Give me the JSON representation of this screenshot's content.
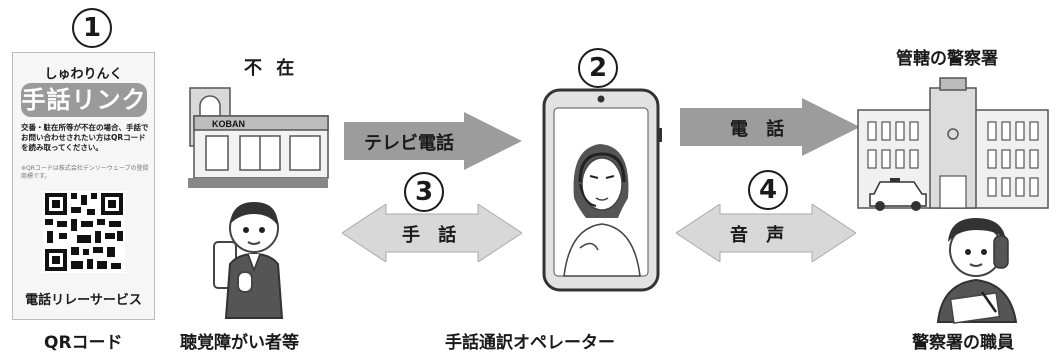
{
  "steps": {
    "s1": "1",
    "s2": "2",
    "s3": "3",
    "s4": "4"
  },
  "flyer": {
    "title_hiragana": "しゅわりんく",
    "title_logo": "手話リンク",
    "instruction": "交番・駐在所等が不在の場合、手話でお問い合わせされたい方はQRコードを読み取ってください。",
    "note": "※QRコードは株式会社デンソーウェーブの登録商標です。",
    "service_mark": "電話リレーサービス"
  },
  "labels": {
    "qr_code": "QRコード",
    "absent": "不 在",
    "koban_sign": "KOBAN",
    "hearing_impaired": "聴覚障がい者等",
    "videophone": "テレビ電話",
    "sign_language": "手 話",
    "operator": "手話通訳オペレーター",
    "phone": "電 話",
    "voice": "音 声",
    "police_station": "管轄の警察署",
    "police_staff": "警察署の職員"
  },
  "colors": {
    "arrow_dark": "#9c9c9c",
    "arrow_light": "#d8d8d8",
    "stroke": "#555555",
    "text": "#1a1a1a"
  }
}
